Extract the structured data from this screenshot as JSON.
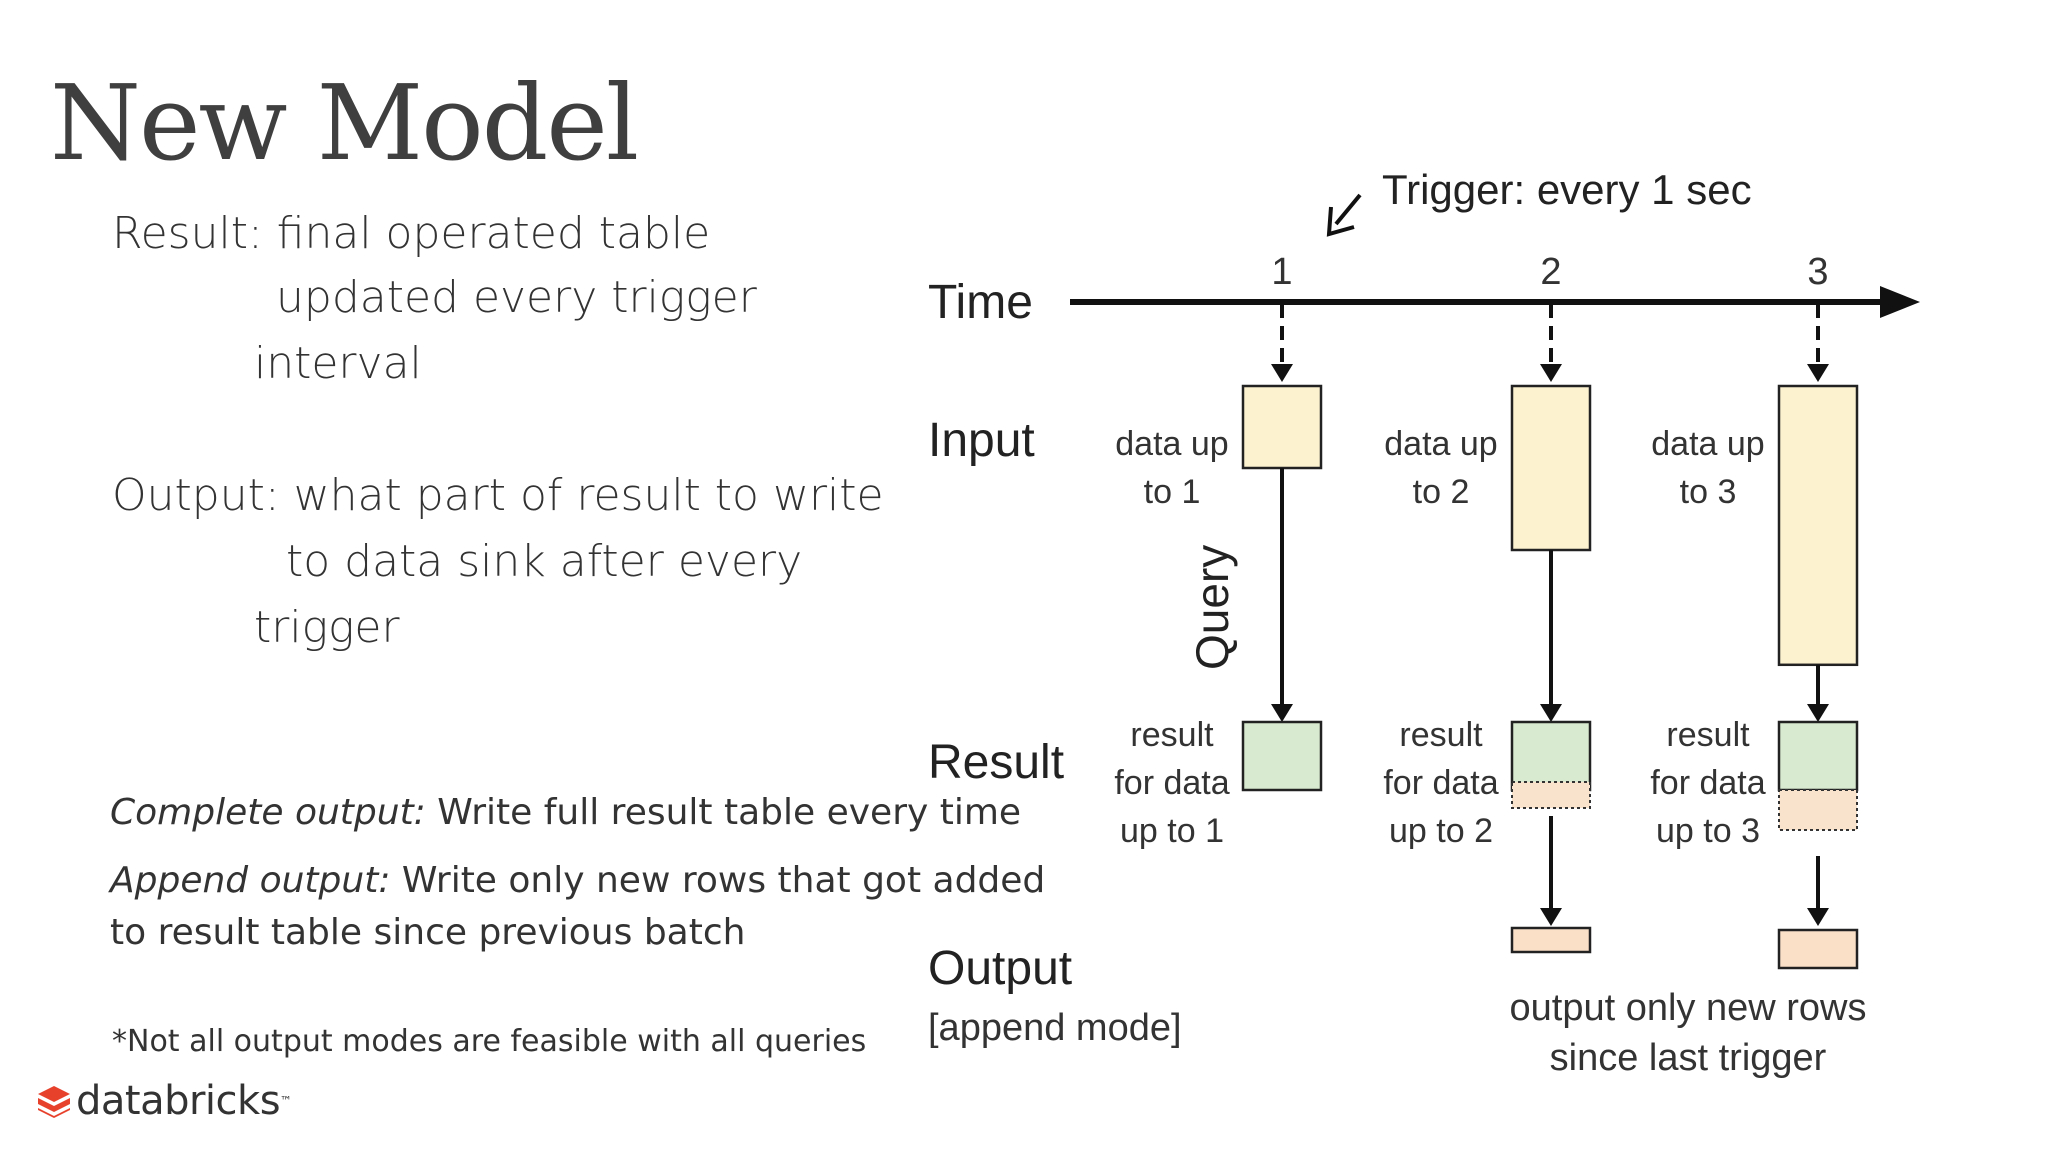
{
  "slide": {
    "title": "New Model",
    "left_text": {
      "result_line1": "Result: final operated table",
      "result_line2": "updated every trigger",
      "result_line3": "interval",
      "output_line1": "Output: what part of result to write",
      "output_line2": "to data sink after every",
      "output_line3": "trigger",
      "complete_label": "Complete output:",
      "complete_text": " Write full result table every time",
      "append_label": "Append output:",
      "append_text": " Write only new rows that got added",
      "append_text2": "to result table since previous batch",
      "footnote": "*Not all output modes are feasible with all queries"
    },
    "logo": {
      "name": "databricks",
      "tm": "™",
      "color": "#e8412b"
    }
  },
  "diagram": {
    "trigger_label": "Trigger: every 1 sec",
    "rows": {
      "time": "Time",
      "input": "Input",
      "result": "Result",
      "output": "Output",
      "output_mode": "[append mode]"
    },
    "query_label": "Query",
    "ticks": [
      "1",
      "2",
      "3"
    ],
    "columns": [
      {
        "tick": "1",
        "input_line1": "data up",
        "input_line2": "to 1",
        "result_line1": "result",
        "result_line2": "for data",
        "result_line3": "up to 1",
        "input_height_units": 1,
        "has_new_rows": false,
        "has_output": false
      },
      {
        "tick": "2",
        "input_line1": "data up",
        "input_line2": "to 2",
        "result_line1": "result",
        "result_line2": "for data",
        "result_line3": "up to 2",
        "input_height_units": 2,
        "has_new_rows": true,
        "has_output": true
      },
      {
        "tick": "3",
        "input_line1": "data up",
        "input_line2": "to 3",
        "result_line1": "result",
        "result_line2": "for data",
        "result_line3": "up to 3",
        "input_height_units": 3.4,
        "has_new_rows": true,
        "has_output": true
      }
    ],
    "output_caption_line1": "output only new rows",
    "output_caption_line2": "since last trigger",
    "colors": {
      "input_fill": "#fdf2cf",
      "result_fill": "#d8ead0",
      "new_rows_fill": "#fae3cd",
      "output_fill": "#fbe0c8",
      "line": "#111111"
    }
  }
}
